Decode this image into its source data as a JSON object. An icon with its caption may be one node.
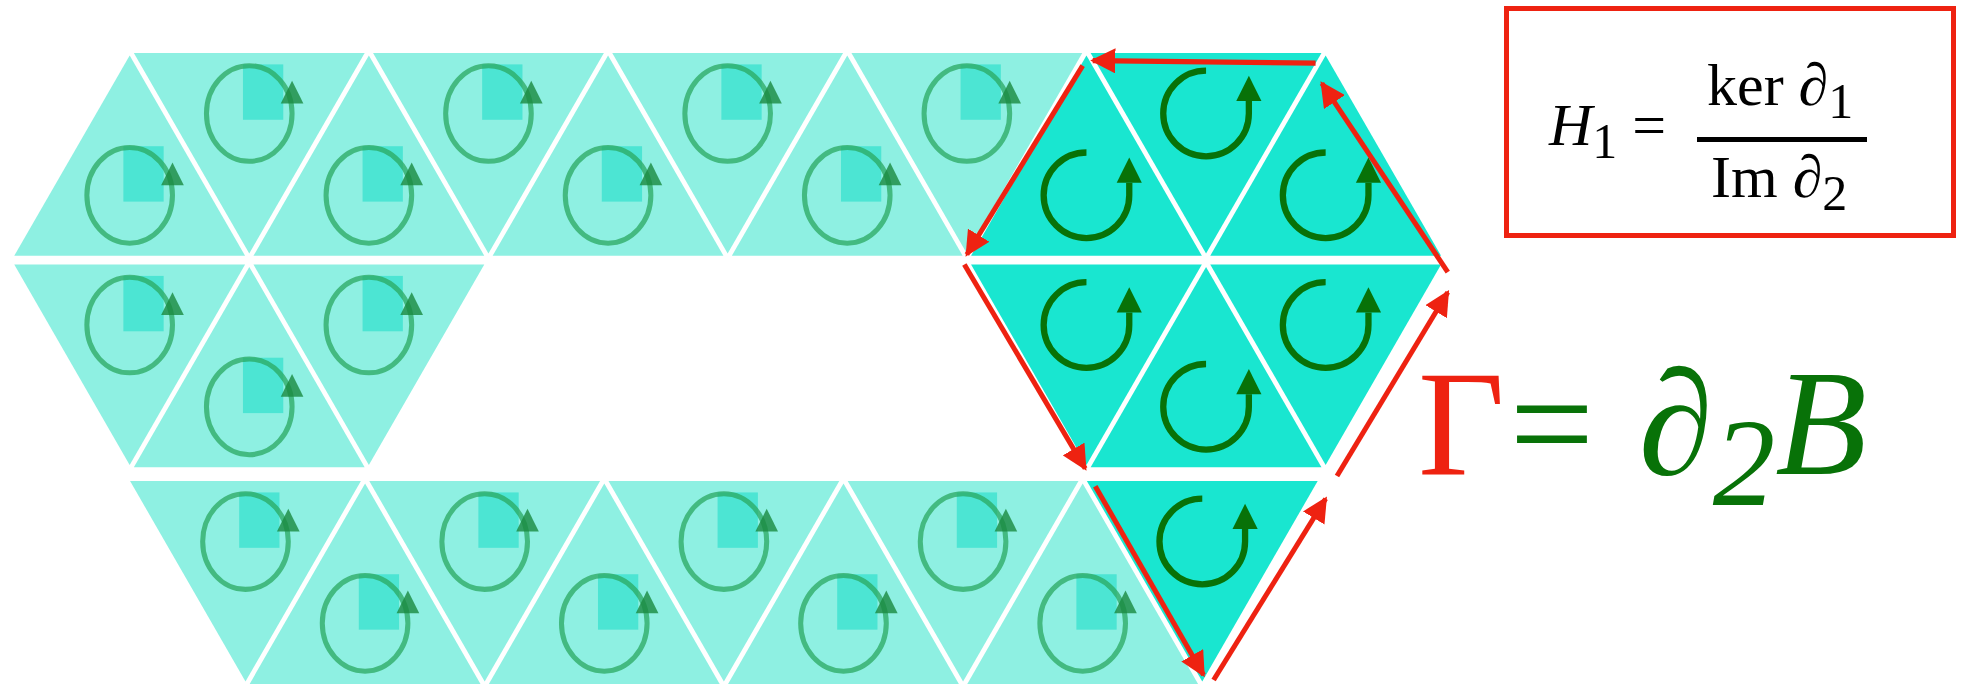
{
  "diagram": {
    "nodes": [
      {
        "text": [
          "*H*$_{1}$ =",
          "ker ∂$_{1}$",
          "Im ∂$_{2}$"
        ]
      }
    ],
    "labels": [
      "Γ",
      "= ∂$_{2}$*B*"
    ]
  }
}
